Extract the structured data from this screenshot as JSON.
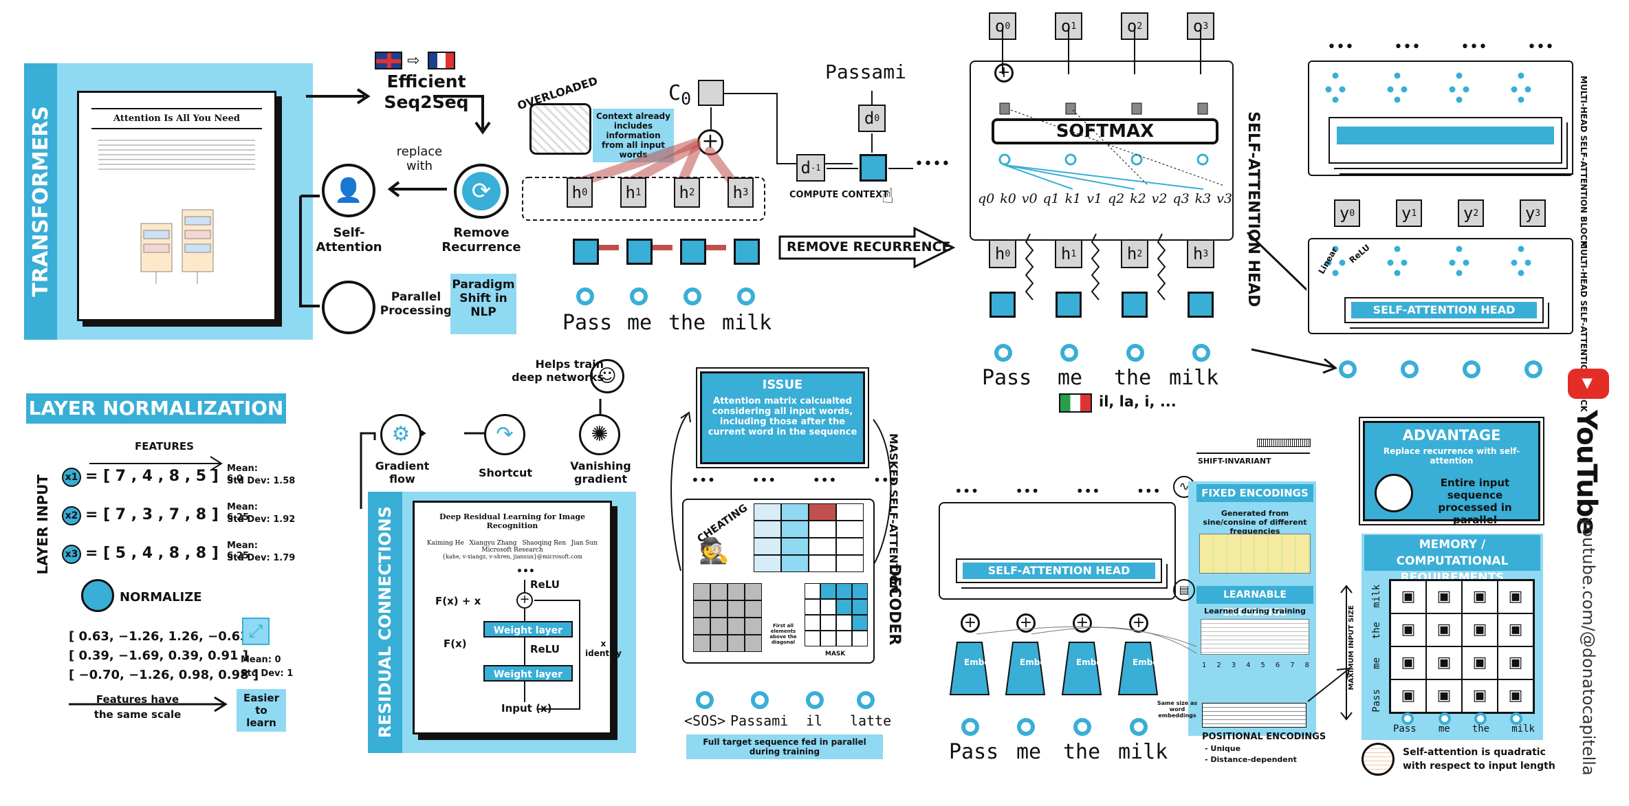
{
  "transformers": {
    "band_title": "TRANSFORMERS",
    "paper_title": "Attention Is All You Need",
    "flow": {
      "efficient_1": "Efficient",
      "efficient_2": "Seq2Seq",
      "replace_1": "replace",
      "replace_2": "with",
      "self_att_1": "Self-",
      "self_att_2": "Attention",
      "remove_1": "Remove",
      "remove_2": "Recurrence",
      "parallel_1": "Parallel",
      "parallel_2": "Processing",
      "paradigm_1": "Paradigm",
      "paradigm_2": "Shift in",
      "paradigm_3": "NLP"
    }
  },
  "rnn": {
    "overloaded": "OVERLOADED",
    "context_note": "Context already includes information from all input words",
    "c0": "C",
    "c0_sub": "0",
    "hidden": [
      "h",
      "h",
      "h",
      "h"
    ],
    "hidden_sub": [
      "0",
      "1",
      "2",
      "3"
    ],
    "words": [
      "Pass",
      "me",
      "the",
      "milk"
    ],
    "passami": "Passami",
    "d0": "d",
    "d0_sub": "0",
    "dm1": "d",
    "dm1_sub": "-1",
    "compute_context": "COMPUTE CONTEXT",
    "ellipsis": "••••",
    "remove_recurrence_arrow": "REMOVE RECURRENCE"
  },
  "attention_head": {
    "outputs": [
      "o",
      "o",
      "o",
      "o"
    ],
    "outputs_sub": [
      "0",
      "1",
      "2",
      "3"
    ],
    "softmax": "SOFTMAX",
    "side_title": "SELF-ATTENTION HEAD",
    "qkv": [
      "q0",
      "k0",
      "v0",
      "q1",
      "k1",
      "v1",
      "q2",
      "k2",
      "v2",
      "q3",
      "k3",
      "v3"
    ],
    "hidden": [
      "h",
      "h",
      "h",
      "h"
    ],
    "hidden_sub": [
      "0",
      "1",
      "2",
      "3"
    ],
    "words": [
      "Pass",
      "me",
      "the",
      "milk"
    ],
    "italian": "il, la, i, ..."
  },
  "multihead": {
    "dots": "•••",
    "block_label_1": "MULTI-HEAD SELF-ATTENTION BLOCK",
    "block_label_2": "MULTI-HEAD SELF-ATTENTION BLOCK",
    "ys": [
      "y",
      "y",
      "y",
      "y"
    ],
    "ys_sub": [
      "0",
      "1",
      "2",
      "3"
    ],
    "linear": "Linear",
    "relu": "ReLU",
    "head_label": "SELF-ATTENTION HEAD"
  },
  "layernorm": {
    "title": "LAYER NORMALIZATION",
    "features": "FEATURES",
    "layer_input": "LAYER INPUT",
    "rows": [
      {
        "x": "x1",
        "vec": "= [ 7 , 4 , 8 , 5 ]",
        "mean": "Mean: 6.0",
        "std": "Std Dev: 1.58"
      },
      {
        "x": "x2",
        "vec": "= [ 7 , 3 , 7 , 8 ]",
        "mean": "Mean: 6.25",
        "std": "Std Dev: 1.92"
      },
      {
        "x": "x3",
        "vec": "= [ 5 , 4 , 8 , 8 ]",
        "mean": "Mean: 6.25",
        "std": "Std Dev: 1.79"
      }
    ],
    "normalize": "NORMALIZE",
    "norm_rows": [
      "[ 0.63, −1.26, 1.26, −0.63 ]",
      "[ 0.39, −1.69, 0.39, 0.91 ]",
      "[ −0.70, −1.26, 0.98, 0.98 ]"
    ],
    "mean0": "Mean: 0",
    "std1": "Std Dev: 1",
    "same_scale_1": "Features have",
    "same_scale_2": "the same scale",
    "easier_1": "Easier to",
    "easier_2": "learn"
  },
  "residual": {
    "band_title": "RESIDUAL CONNECTIONS",
    "helps_1": "Helps train",
    "helps_2": "deep networks",
    "gradient_flow_1": "Gradient",
    "gradient_flow_2": "flow",
    "shortcut": "Shortcut",
    "vanishing_1": "Vanishing",
    "vanishing_2": "gradient",
    "paper_title": "Deep Residual Learning for Image Recognition",
    "authors": [
      "Kaiming He",
      "Xiangyu Zhang",
      "Shaoqing Ren",
      "Jian Sun"
    ],
    "affil": "Microsoft Research",
    "emails": "{kahe, v-xiangz, v-shren, jiansun}@microsoft.com",
    "relu": "ReLU",
    "fx_plus_x": "F(x) + x",
    "weight_layer": "Weight layer",
    "fx": "F(x)",
    "x_identity_1": "x",
    "x_identity_2": "identity",
    "input": "Input (x)",
    "dots": "•••"
  },
  "decoder": {
    "issue_title": "ISSUE",
    "issue_text": "Attention matrix calcualted considering all input words, including those after the current word in the sequence",
    "dots": "•••",
    "masked": "MASKED SELF-ATTENTION",
    "decoder": "DECODER",
    "cheating": "CHEATING",
    "first_all": "First all elements above the diagonal",
    "mask": "MASK",
    "words": [
      "<SOS>",
      "Passami",
      "il",
      "latte"
    ],
    "bottom": "Full target sequence fed in parallel during training"
  },
  "positional": {
    "shift_invariant": "SHIFT-INVARIANT",
    "fixed_title": "FIXED ENCODINGS",
    "fixed_text": "Generated from sine/consine of different frequencies",
    "learnable_title": "LEARNABLE ENCODINGS",
    "learnable_text": "Learned during training",
    "numbers": [
      "1",
      "2",
      "3",
      "4",
      "5",
      "6",
      "7",
      "8"
    ],
    "head_label": "SELF-ATTENTION HEAD",
    "embed": "Embed",
    "words": [
      "Pass",
      "me",
      "the",
      "milk"
    ],
    "same_size": "Same size as word embeddings",
    "pe_title": "POSITIONAL ENCODINGS",
    "pe_1": "- Unique",
    "pe_2": "- Distance-dependent",
    "dots": "•••"
  },
  "advantage": {
    "title": "ADVANTAGE",
    "subtitle": "Replace recurrence with self-attention",
    "entire_1": "Entire input sequence",
    "entire_2": "processed in parallel",
    "mem_title_1": "MEMORY / COMPUTATIONAL",
    "mem_title_2": "REQUIREMENTS",
    "max_input": "MAXIMUM INPUT SIZE",
    "words": [
      "Pass",
      "me",
      "the",
      "milk"
    ],
    "quadratic_1": "Self-attention is quadratic",
    "quadratic_2": "with respect to input length"
  },
  "youtube": {
    "logo": "YouTube",
    "url": "youtube.com/@donatocapitella"
  },
  "colors": {
    "accent": "#39aed6",
    "accent_light": "#8fd9f2",
    "rnn_red": "#c0504d"
  }
}
